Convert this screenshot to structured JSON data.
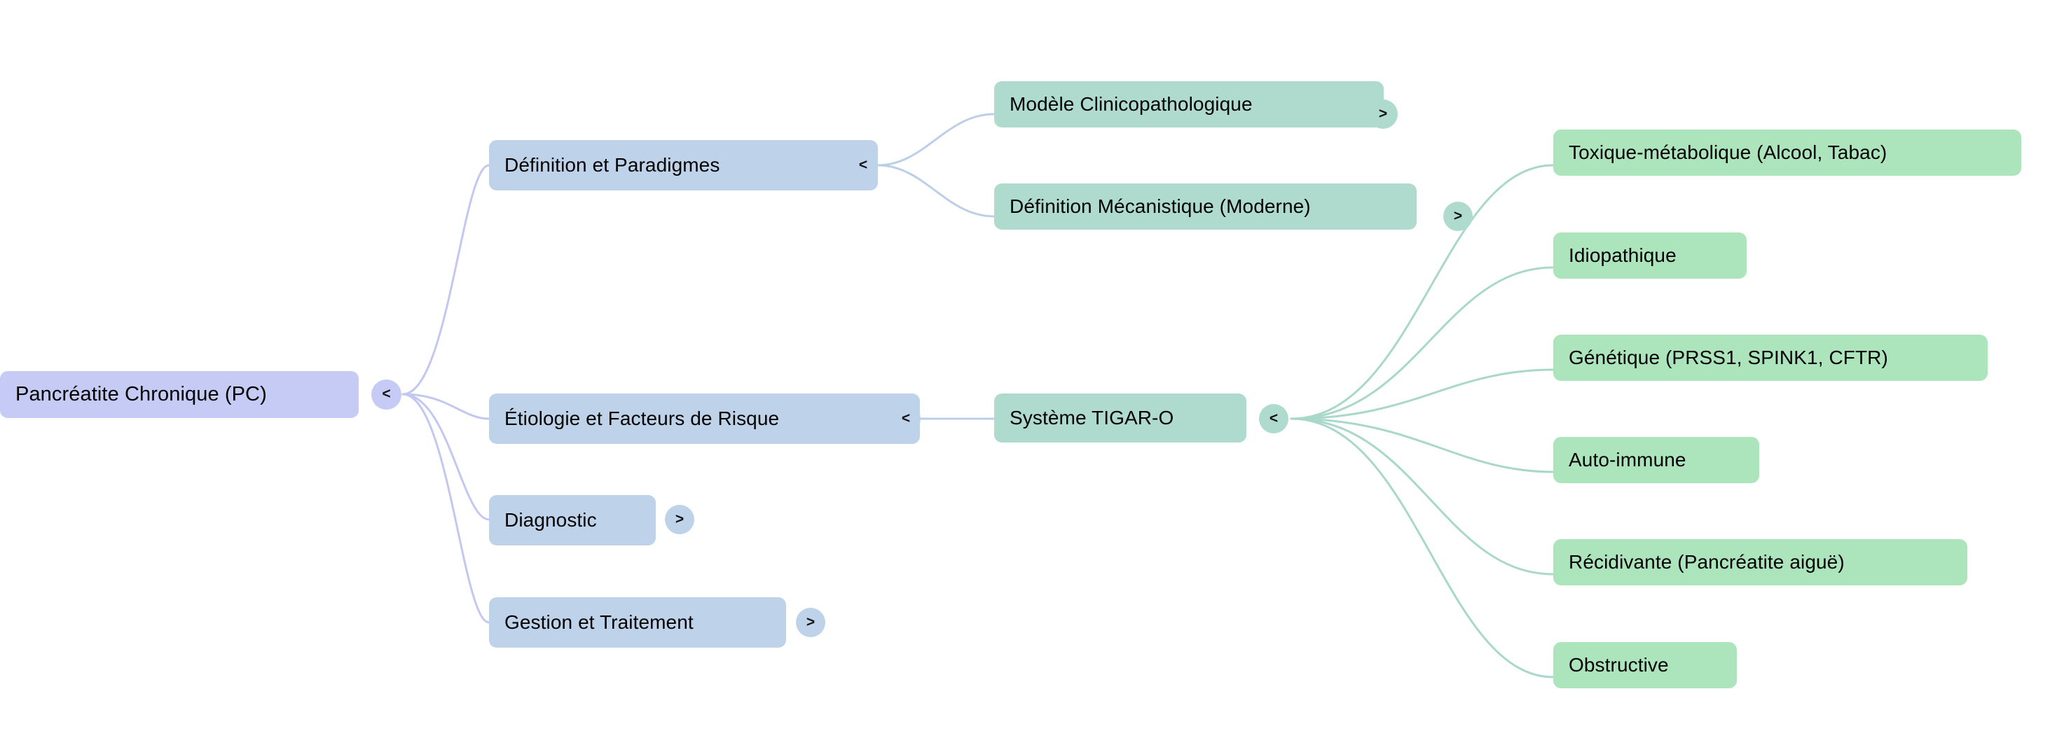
{
  "diagram": {
    "type": "mindmap",
    "title": "Pancréatite Chronique (PC)",
    "background_color": "#ffffff",
    "palette": {
      "root_fill": "#c6cbf6",
      "level2_fill": "#bed2ea",
      "level3_fill": "#aedbcd",
      "level4_fill": "#ace5bc",
      "root_edge": "#c3c8f0",
      "level2_edge": "#bccfe8",
      "level3_edge": "#a9d8ca",
      "text": "#000000"
    },
    "toggle_glyphs": {
      "expanded": "<",
      "collapsed": ">"
    }
  },
  "nodes": {
    "root": {
      "label": "Pancréatite Chronique (PC)",
      "toggle": "<",
      "toggle_state": "expanded"
    },
    "level2": [
      {
        "label": "Définition et Paradigmes",
        "toggle": "<",
        "toggle_state": "expanded"
      },
      {
        "label": "Étiologie et Facteurs de Risque",
        "toggle": "<",
        "toggle_state": "expanded"
      },
      {
        "label": "Diagnostic",
        "toggle": ">",
        "toggle_state": "collapsed"
      },
      {
        "label": "Gestion et Traitement",
        "toggle": ">",
        "toggle_state": "collapsed"
      }
    ],
    "level3": [
      {
        "label": "Modèle Clinicopathologique",
        "toggle": ">",
        "toggle_state": "collapsed"
      },
      {
        "label": "Définition Mécanistique (Moderne)",
        "toggle": ">",
        "toggle_state": "collapsed"
      },
      {
        "label": "Système TIGAR-O",
        "toggle": "<",
        "toggle_state": "expanded"
      }
    ],
    "level4": [
      {
        "label": "Toxique-métabolique (Alcool, Tabac)"
      },
      {
        "label": "Idiopathique"
      },
      {
        "label": "Génétique (PRSS1, SPINK1, CFTR)"
      },
      {
        "label": "Auto-immune"
      },
      {
        "label": "Récidivante (Pancréatite aiguë)"
      },
      {
        "label": "Obstructive"
      }
    ]
  }
}
